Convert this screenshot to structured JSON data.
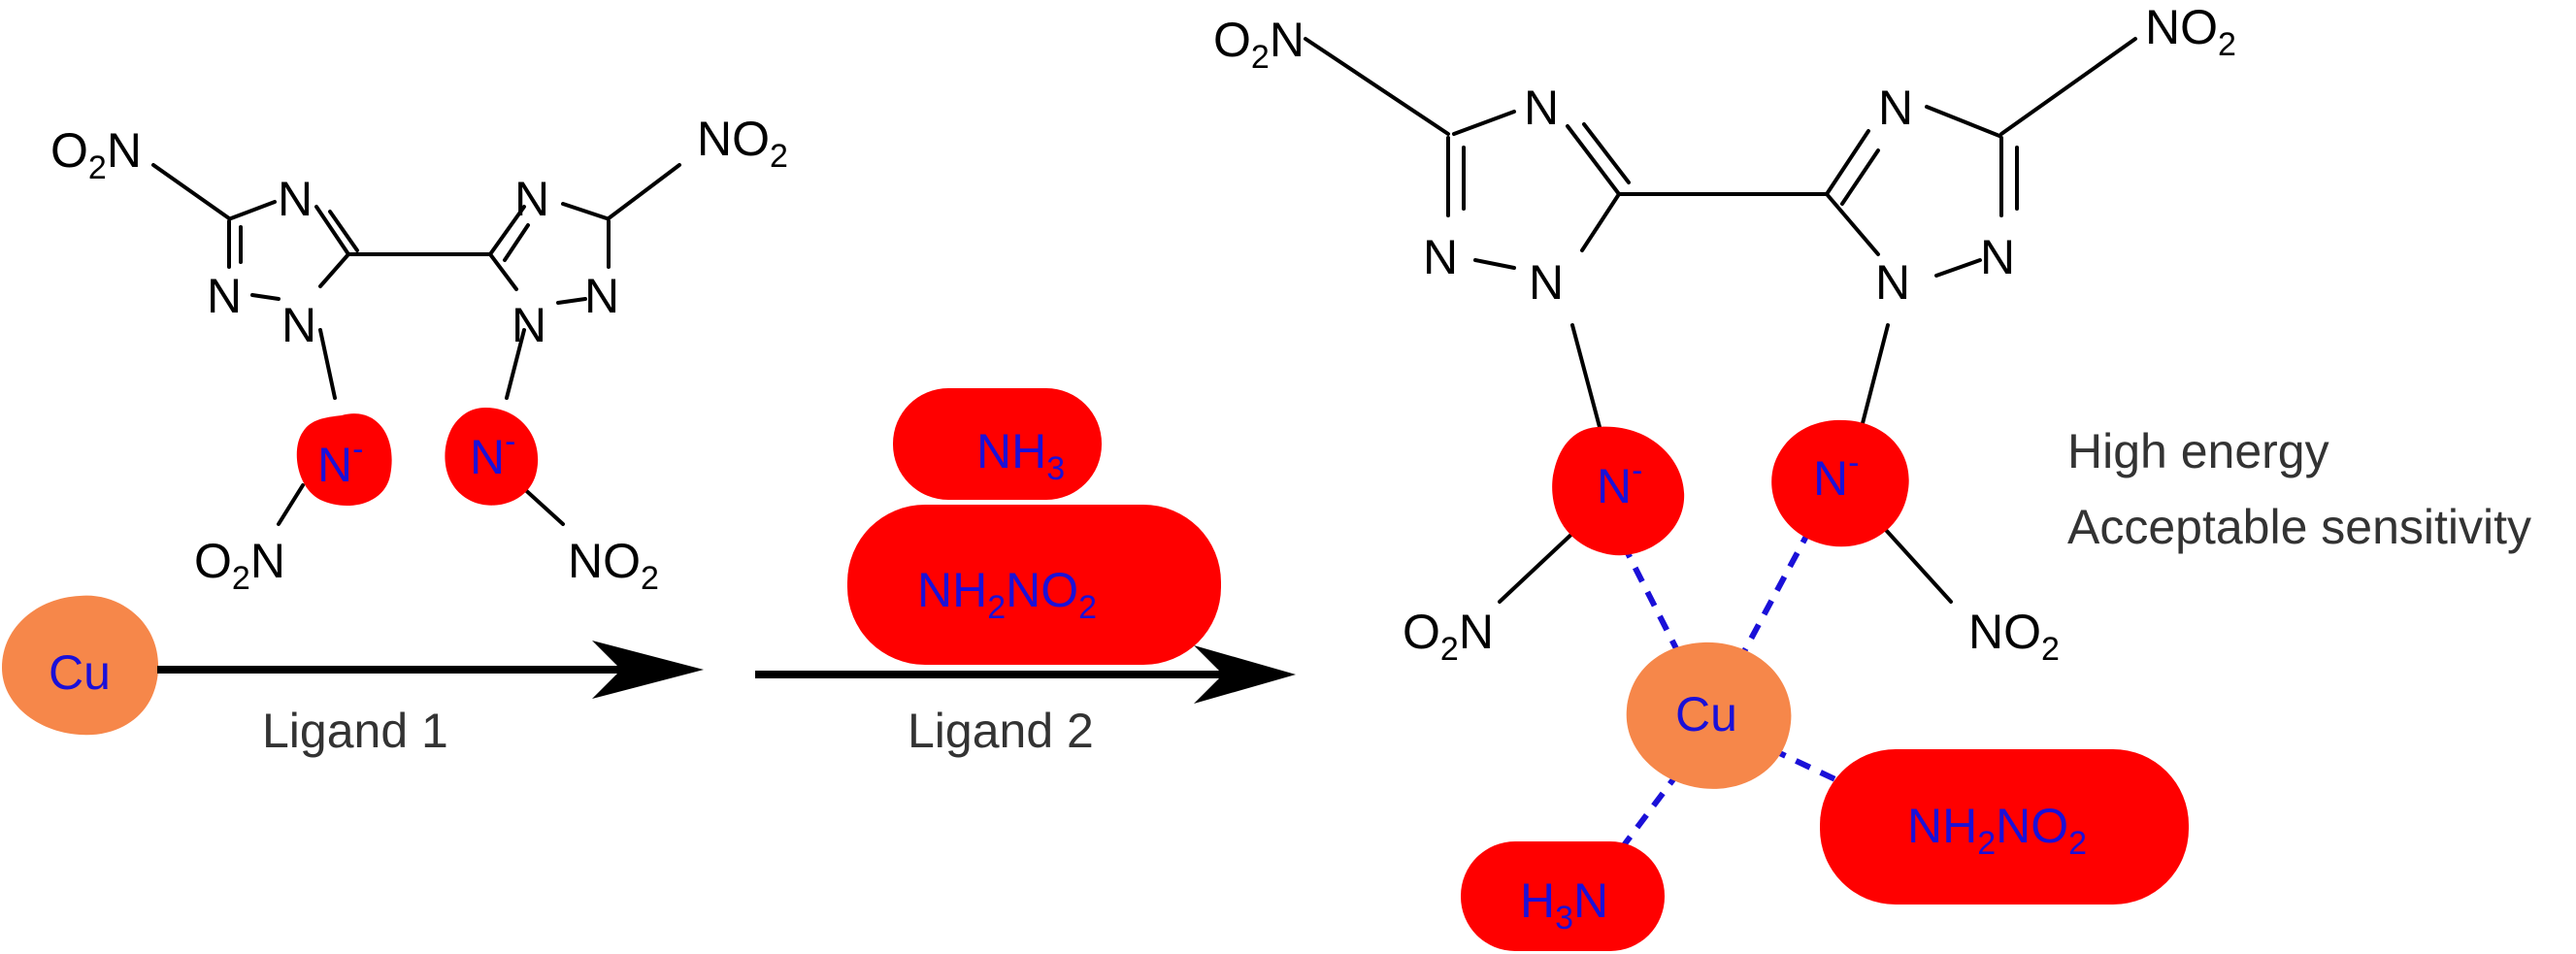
{
  "colors": {
    "copper": "#f6874a",
    "ligand_red": "#ff0000",
    "atom_blue": "#1a10d8",
    "caption_grey": "#333333"
  },
  "atoms": {
    "N": "N",
    "N_anion": "N",
    "minus": "-",
    "O": "O",
    "two": "2",
    "three": "3",
    "NO": "NO",
    "NH": "NH",
    "H": "H"
  },
  "metal": {
    "label": "Cu"
  },
  "arrows": {
    "step1_label": "Ligand 1",
    "step2_label": "Ligand 2"
  },
  "reagents": {
    "ammonia": "NH3",
    "nitramide": "NH2NO2"
  },
  "properties": {
    "line1": "High energy",
    "line2": "Acceptable sensitivity"
  }
}
